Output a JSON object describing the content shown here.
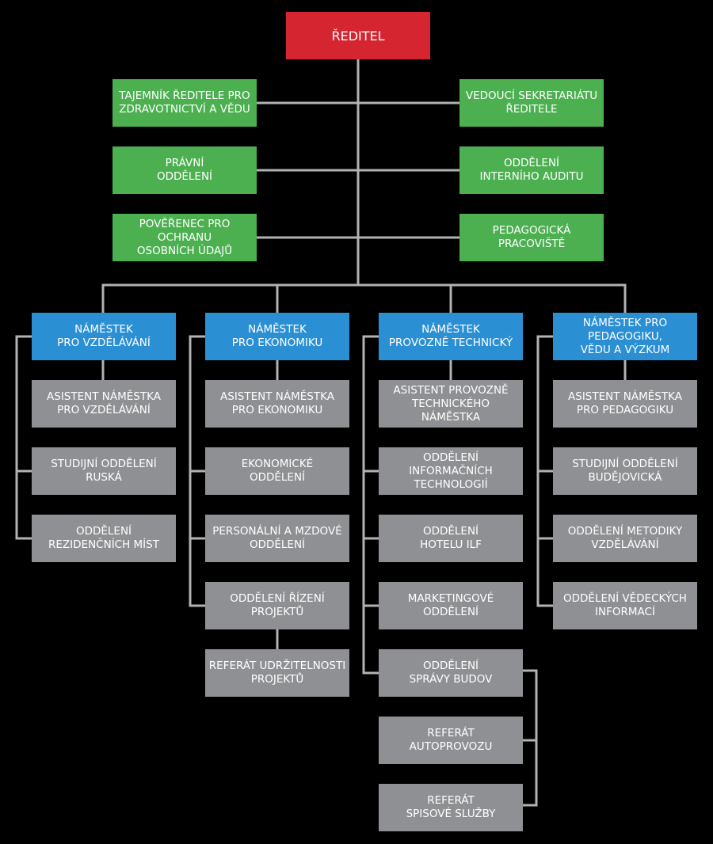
{
  "colors": {
    "background": "#000000",
    "director": "#d42530",
    "staff": "#4cb050",
    "deputy": "#2b8fd4",
    "unit": "#8f9093",
    "line": "#b2b2b2"
  },
  "director": {
    "label": "ŘEDITEL"
  },
  "staff_left": [
    {
      "label": "TAJEMNÍK ŘEDITELE PRO\nZDRAVOTNICTVÍ A VĚDU"
    },
    {
      "label": "PRÁVNÍ\nODDĚLENÍ"
    },
    {
      "label": "POVĚŘENEC PRO OCHRANU\nOSOBNÍCH ÚDAJŮ"
    }
  ],
  "staff_right": [
    {
      "label": "VEDOUCÍ SEKRETARIÁTU\nŘEDITELE"
    },
    {
      "label": "ODDĚLENÍ\nINTERNÍHO AUDITU"
    },
    {
      "label": "PEDAGOGICKÁ\nPRACOVIŠTĚ"
    }
  ],
  "deputies": [
    {
      "label": "NÁMĚSTEK\nPRO VZDĚLÁVÁNÍ",
      "units": [
        {
          "label": "ASISTENT NÁMĚSTKA\nPRO VZDĚLÁVÁNÍ"
        },
        {
          "label": "STUDIJNÍ ODDĚLENÍ\nRUSKÁ"
        },
        {
          "label": "ODDĚLENÍ\nREZIDENČNÍCH MÍST"
        }
      ]
    },
    {
      "label": "NÁMĚSTEK\nPRO EKONOMIKU",
      "units": [
        {
          "label": "ASISTENT NÁMĚSTKA\nPRO EKONOMIKU"
        },
        {
          "label": "EKONOMICKÉ\nODDĚLENÍ"
        },
        {
          "label": "PERSONÁLNÍ A MZDOVÉ\nODDĚLENÍ"
        },
        {
          "label": "ODDĚLENÍ ŘÍZENÍ\nPROJEKTŮ"
        }
      ],
      "sub_units": [
        {
          "label": "REFERÁT UDRŽITELNOSTI\nPROJEKTŮ"
        }
      ]
    },
    {
      "label": "NÁMĚSTEK\nPROVOZNĚ TECHNICKÝ",
      "units": [
        {
          "label": "ASISTENT PROVOZNĚ\nTECHNICKÉHO NÁMĚSTKA"
        },
        {
          "label": "ODDĚLENÍ INFORMAČNÍCH\nTECHNOLOGIÍ"
        },
        {
          "label": "ODDĚLENÍ\nHOTELU ILF"
        },
        {
          "label": "MARKETINGOVÉ\nODDĚLENÍ"
        },
        {
          "label": "ODDĚLENÍ\nSPRÁVY BUDOV"
        }
      ],
      "sub_units": [
        {
          "label": "REFERÁT\nAUTOPROVOZU"
        },
        {
          "label": "REFERÁT\nSPISOVÉ SLUŽBY"
        }
      ]
    },
    {
      "label": "NÁMĚSTEK PRO PEDAGOGIKU,\nVĚDU A VÝZKUM",
      "units": [
        {
          "label": "ASISTENT NÁMĚSTKA\nPRO PEDAGOGIKU"
        },
        {
          "label": "STUDIJNÍ ODDĚLENÍ\nBUDĚJOVICKÁ"
        },
        {
          "label": "ODDĚLENÍ METODIKY\nVZDĚLÁVÁNÍ"
        },
        {
          "label": "ODDĚLENÍ VĚDECKÝCH\nINFORMACÍ"
        }
      ]
    }
  ]
}
